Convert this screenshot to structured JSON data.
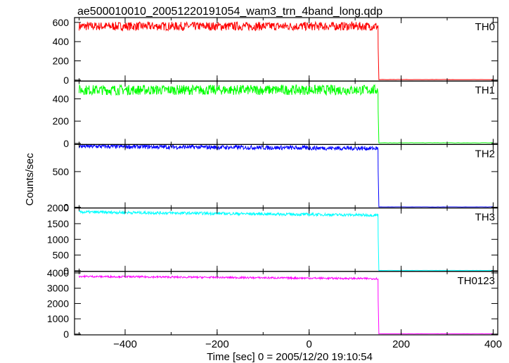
{
  "chart_data": {
    "type": "line",
    "title": "ae500010010_20051220191054_wam3_trn_4band_long.qdp",
    "xlabel": "Time [sec] 0 = 2005/12/20 19:10:54",
    "ylabel": "Counts/sec",
    "xlim": [
      -510,
      410
    ],
    "x_ticks": [
      -400,
      -200,
      0,
      200,
      400
    ],
    "drop_time": 150,
    "series": [
      {
        "name": "TH0",
        "color": "#ff0000",
        "ylim": [
          -10,
          650
        ],
        "y_ticks": [
          0,
          200,
          400,
          600
        ],
        "level": 560,
        "noise": 45,
        "trend": 0,
        "after": 5
      },
      {
        "name": "TH1",
        "color": "#00ff00",
        "ylim": [
          -10,
          560
        ],
        "y_ticks": [
          0,
          200,
          400
        ],
        "level": 480,
        "noise": 45,
        "trend": 0,
        "after": 5
      },
      {
        "name": "TH2",
        "color": "#0000ff",
        "ylim": [
          -10,
          880
        ],
        "y_ticks": [
          0,
          500
        ],
        "level": 840,
        "noise": 30,
        "trend": 30,
        "after": 5
      },
      {
        "name": "TH3",
        "color": "#00ffff",
        "ylim": [
          -20,
          2000
        ],
        "y_ticks": [
          0,
          500,
          1000,
          1500,
          2000
        ],
        "level": 1820,
        "noise": 45,
        "trend": 100,
        "after": 10
      },
      {
        "name": "TH0123",
        "color": "#ff00ff",
        "ylim": [
          -50,
          4100
        ],
        "y_ticks": [
          0,
          1000,
          2000,
          3000,
          4000
        ],
        "level": 3700,
        "noise": 60,
        "trend": 150,
        "after": 20
      }
    ]
  }
}
